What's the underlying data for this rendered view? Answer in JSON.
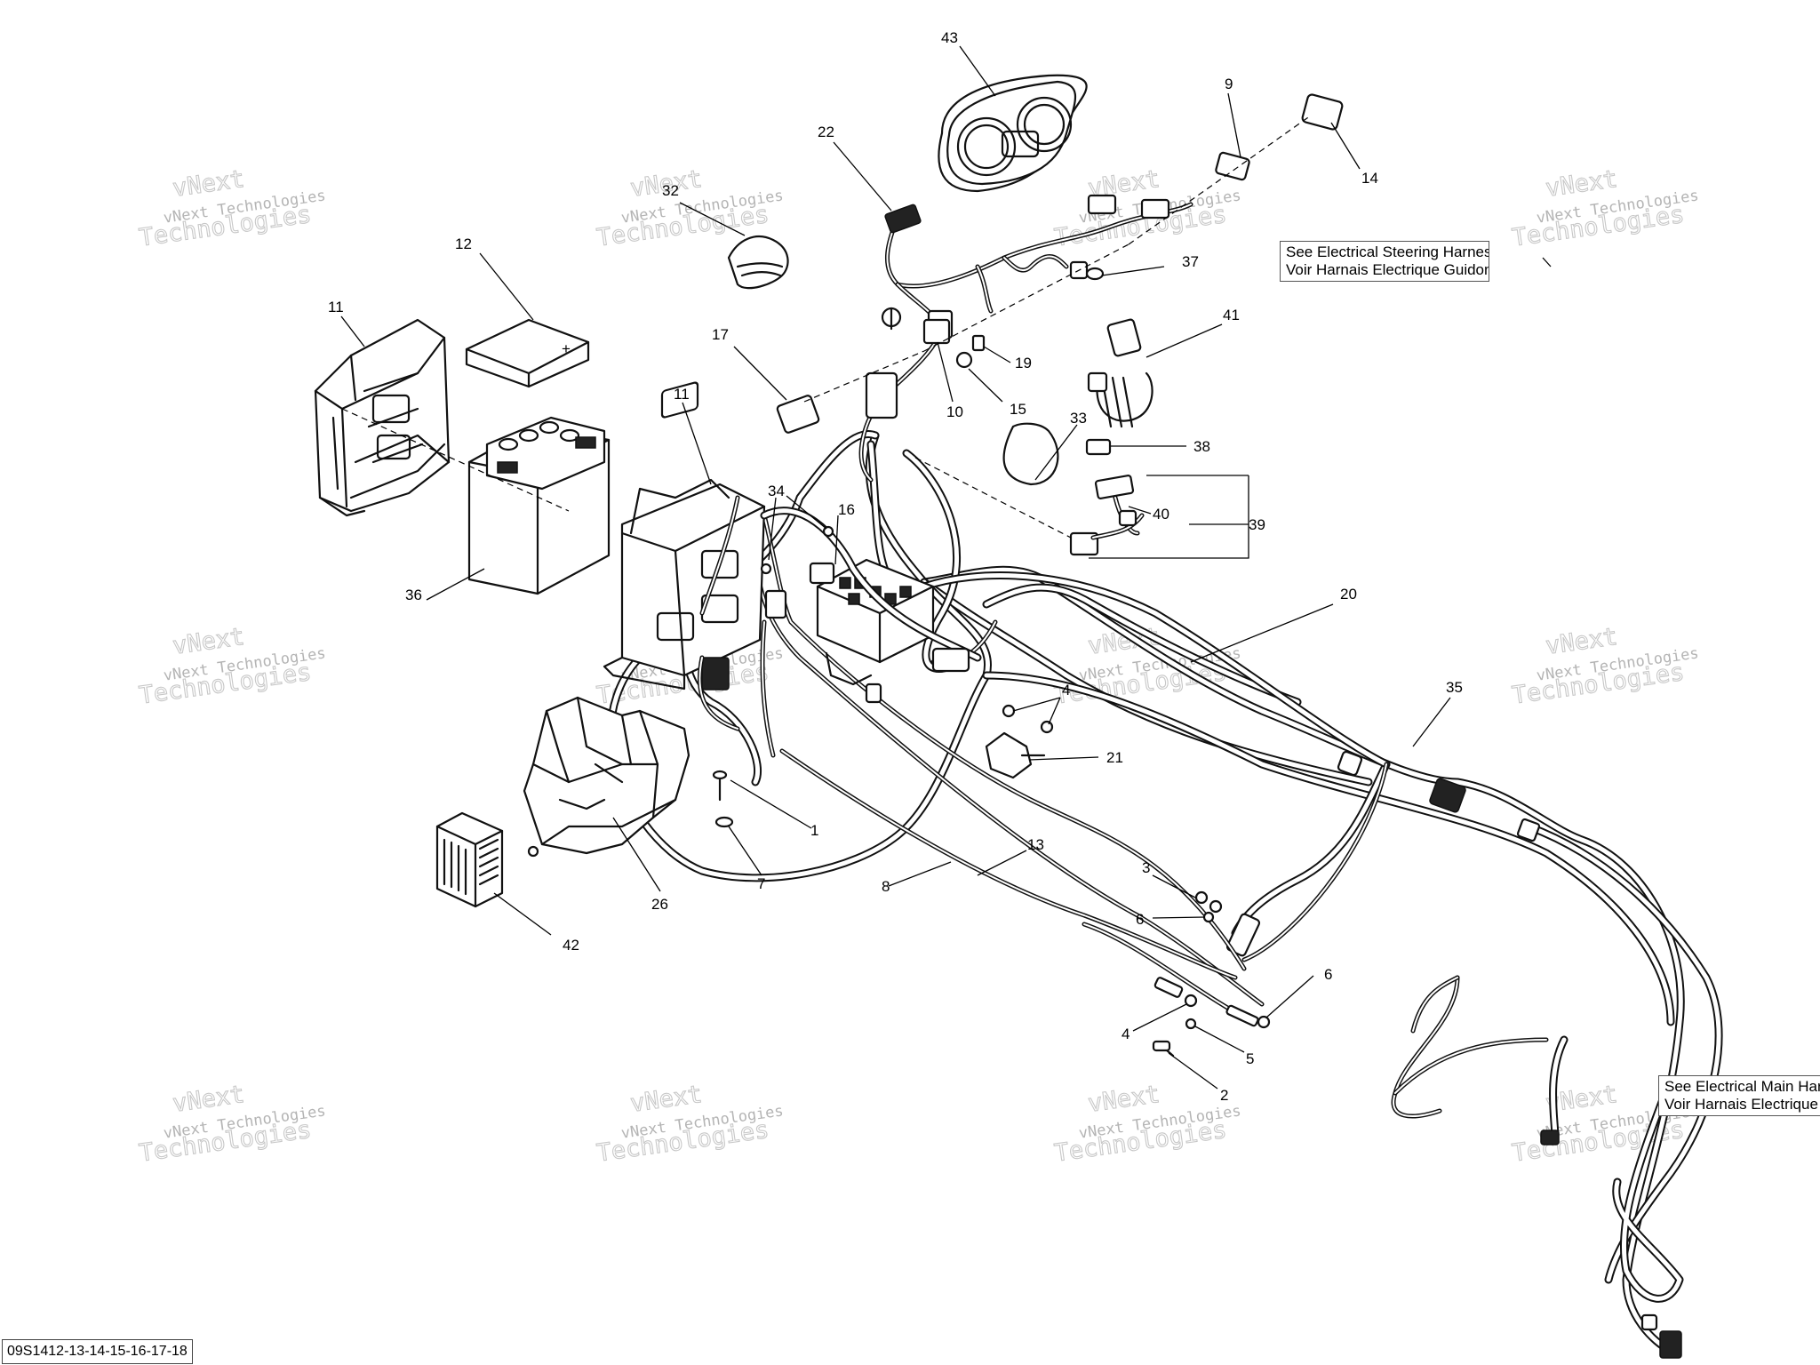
{
  "diagram": {
    "reference_code": "09S1412-13-14-15-16-17-18",
    "notes": {
      "steering": [
        "See Electrical Steering Harness /",
        "Voir Harnais Electrique Guidon"
      ],
      "main": [
        "See Electrical Main Harness /",
        "Voir Harnais Electrique Principal"
      ]
    },
    "watermark": {
      "line1": "vNext Technologies",
      "line2": "Technologies",
      "line3": "vNext"
    },
    "callouts": [
      "43",
      "22",
      "9",
      "14",
      "32",
      "37",
      "12",
      "11",
      "41",
      "19",
      "17",
      "15",
      "10",
      "33",
      "11",
      "38",
      "34",
      "16",
      "40",
      "39",
      "36",
      "20",
      "35",
      "4",
      "21",
      "1",
      "13",
      "7",
      "26",
      "8",
      "42",
      "3",
      "6",
      "6",
      "4",
      "5",
      "2"
    ]
  }
}
